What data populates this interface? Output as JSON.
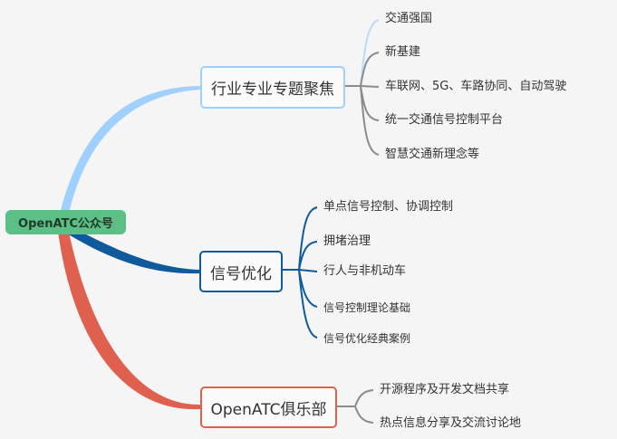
{
  "root": {
    "label": "OpenATC公众号",
    "color": "#5cbf86"
  },
  "branches": [
    {
      "label": "行业专业专题聚焦",
      "color": "#9fd0ff",
      "leaf_line_color": "#8c8c8c",
      "children": [
        "交通强国",
        "新基建",
        "车联网、5G、车路协同、自动驾驶",
        "统一交通信号控制平台",
        "智慧交通新理念等"
      ]
    },
    {
      "label": "信号优化",
      "color": "#0e5a9c",
      "leaf_line_color": "#0e5a9c",
      "children": [
        "单点信号控制、协调控制",
        "拥堵治理",
        "行人与非机动车",
        "信号控制理论基础",
        "信号优化经典案例"
      ]
    },
    {
      "label": "OpenATC俱乐部",
      "color": "#e06050",
      "leaf_line_color": "#8c8c8c",
      "children": [
        "开源程序及开发文档共享",
        "热点信息分享及交流讨论地"
      ]
    }
  ]
}
